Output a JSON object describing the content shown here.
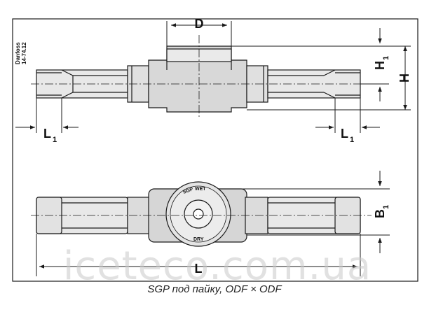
{
  "frame": {
    "brand": "Danfoss",
    "doc_code": "14-74.12"
  },
  "dimensions": {
    "D": "D",
    "H": "H",
    "H1_main": "H",
    "H1_sub": "1",
    "L": "L",
    "L1_main": "L",
    "L1_sub": "1",
    "B1_main": "B",
    "B1_sub": "1"
  },
  "sight_glass": {
    "label_sgp": "SGP",
    "label_wet": "WET",
    "label_dry": "DRY"
  },
  "caption": "SGP под пайку, ODF × ODF",
  "watermark": "iceteco.com.ua",
  "colors": {
    "line": "#1a1a1a",
    "body_fill": "#dcdcdc",
    "pipe_fill": "#e6e6e6",
    "watermark": "#c9c9c9"
  }
}
